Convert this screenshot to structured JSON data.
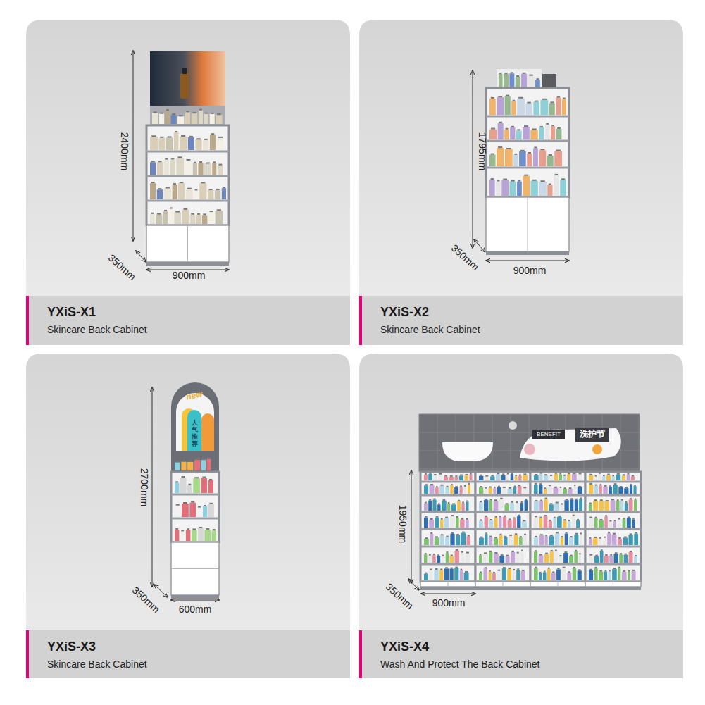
{
  "diagram": {
    "nodes": [
      {
        "text": [
          "YXiS-X1",
          "Skincare Back Cabinet"
        ]
      },
      {
        "text": [
          "YXiS-X2",
          "Skincare Back Cabinet"
        ]
      },
      {
        "text": [
          "YXiS-X3",
          "Skincare Back Cabinet"
        ]
      },
      {
        "text": [
          "YXiS-X4",
          "Wash And Protect The Back Cabinet"
        ]
      }
    ],
    "labels": [
      "2400mm",
      "350mm",
      "900mm",
      "1795mm",
      "350mm",
      "900mm",
      "new",
      "人气推荐",
      "2700mm",
      "350mm",
      "600mm",
      "BENEFIT",
      "洗护节",
      "1950mm",
      "350mm",
      "900mm"
    ]
  }
}
